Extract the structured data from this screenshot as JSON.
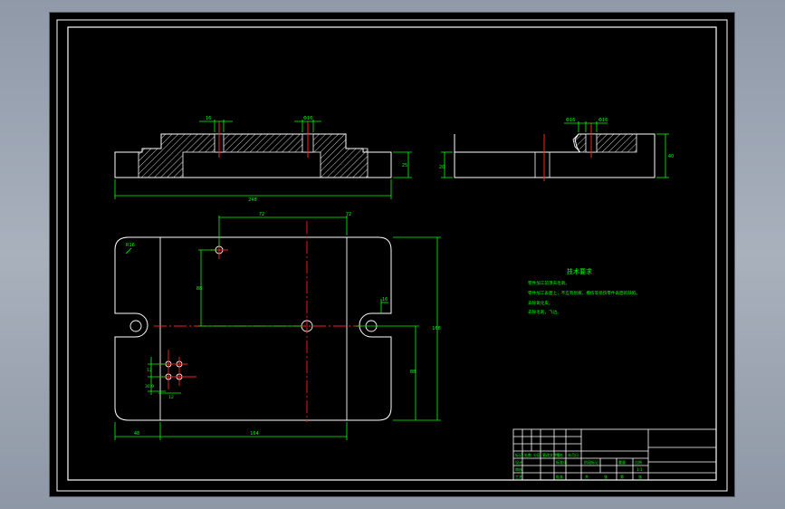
{
  "colors": {
    "background": "#000000",
    "border": "#ffffff",
    "geometry": "#ffffff",
    "dimension": "#00ff00",
    "centerline": "#ff2020",
    "hatch": "#ffffff",
    "tech_text": "#00ff00",
    "title_block": "#ffffff"
  },
  "icons": {
    "hatch": "diagonal-hatch-pattern",
    "counterbore": "stepped-hole-section"
  },
  "dimensions": {
    "front_view": {
      "overall_width": "248",
      "height": "25",
      "hole_left": "16",
      "hole_right": "Φ16"
    },
    "side_view": {
      "height_left": "20",
      "height_right": "40",
      "top_left": "Φ16",
      "top_right": "Φ16"
    },
    "plan_view": {
      "top_left": "72",
      "top_right": "72",
      "vertical": "88",
      "overall_height": "168",
      "right_vertical": "88",
      "slot": "16",
      "bottom_left": "48",
      "bottom_main": "164",
      "corner_radius": "R16",
      "hole_vertical_1": "12",
      "hole_vertical_2": "30.9",
      "hole_horizontal": "12"
    }
  },
  "tech_notes": {
    "title": "技术要求",
    "lines": [
      "零件加工前须去毛刺。",
      "零件加工表面上，不应有划痕、擦伤等损伤零件表面的缺陷。",
      "去除氧化皮。",
      "去除毛刺，飞边。"
    ]
  },
  "title_block": {
    "row1": [
      "标记",
      "处数",
      "分区",
      "更改文件号",
      "签名",
      "年月日"
    ],
    "row2": [
      "设计",
      "",
      "",
      "标准化",
      "",
      ""
    ],
    "row3": [
      "审核",
      "",
      "",
      "",
      "",
      ""
    ],
    "row4": [
      "工艺",
      "",
      "",
      "批准",
      "",
      ""
    ],
    "stage_labels": [
      "阶段标记",
      "重量",
      "比例"
    ],
    "scale": "1:1",
    "sheet_labels": [
      "共",
      "张",
      "第",
      "张"
    ]
  }
}
